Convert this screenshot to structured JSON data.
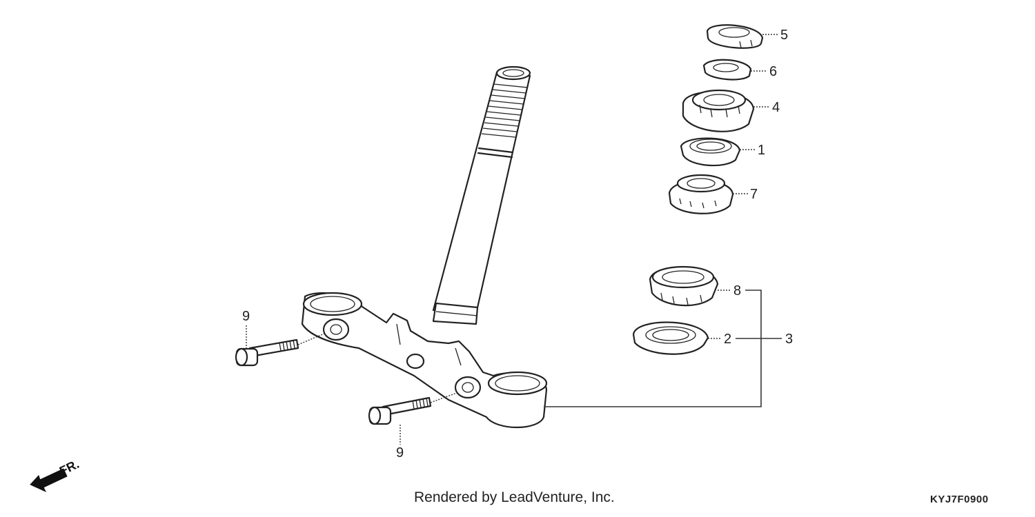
{
  "callouts": {
    "p1": "1",
    "p2": "2",
    "p3": "3",
    "p4": "4",
    "p5": "5",
    "p6": "6",
    "p7": "7",
    "p8": "8",
    "p9_upper": "9",
    "p9_lower": "9"
  },
  "front_marker": {
    "label": "FR."
  },
  "footer": {
    "credit": "Rendered by LeadVenture, Inc.",
    "diagram_code": "KYJ7F0900"
  },
  "colors": {
    "line": "#222222",
    "background": "#ffffff"
  }
}
